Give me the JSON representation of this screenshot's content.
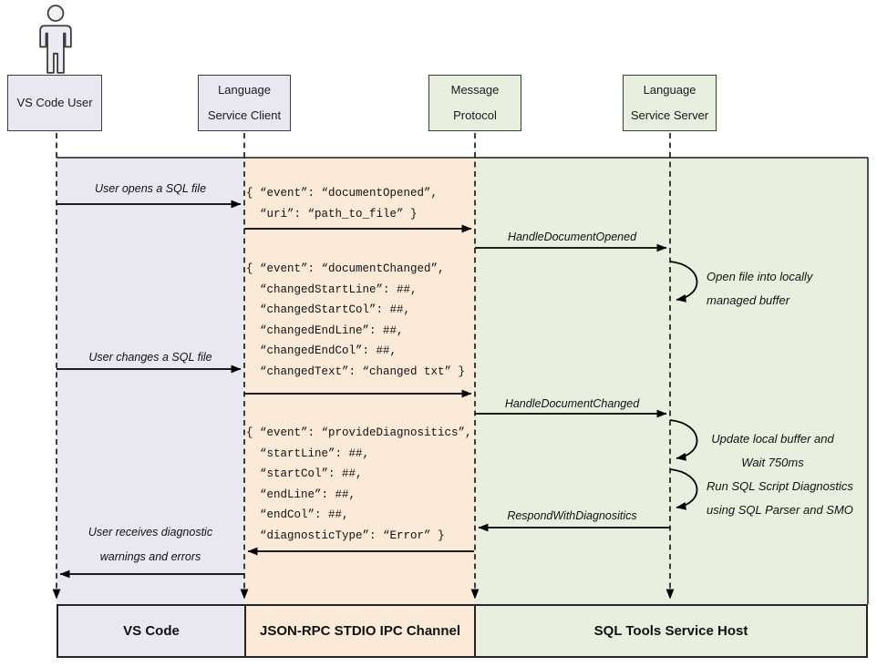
{
  "actors": {
    "user": {
      "label": "VS Code User"
    },
    "client": {
      "line1": "Language",
      "line2": "Service Client"
    },
    "protocol": {
      "line1": "Message",
      "line2": "Protocol"
    },
    "server": {
      "line1": "Language",
      "line2": "Service Server"
    }
  },
  "messages": {
    "user_opens": "User opens a SQL file",
    "handle_document_opened": "HandleDocumentOpened",
    "user_changes": "User changes a SQL file",
    "handle_document_changed": "HandleDocumentChanged",
    "respond_with_diagnostics": "RespondWithDiagnositics",
    "user_receives_line1": "User receives diagnostic",
    "user_receives_line2": "warnings and errors"
  },
  "notes": {
    "open_file_line1": "Open file into locally",
    "open_file_line2": "managed buffer",
    "update_buffer_line1": "Update local buffer and",
    "update_buffer_line2": "Wait 750ms",
    "run_diag_line1": "Run SQL Script Diagnostics",
    "run_diag_line2": "using SQL Parser and SMO"
  },
  "code_blocks": {
    "document_opened": {
      "lines": [
        "{ “event”: “documentOpened”,",
        "  “uri”: “path_to_file” }"
      ]
    },
    "document_changed": {
      "lines": [
        "{ “event”: “documentChanged”,",
        "  “changedStartLine”: ##,",
        "  “changedStartCol”: ##,",
        "  “changedEndLine”: ##,",
        "  “changedEndCol”: ##,",
        "  “changedText”: “changed txt” }"
      ]
    },
    "provide_diagnostics": {
      "lines": [
        "{ “event”: “provideDiagnositics”,",
        "  “startLine”: ##,",
        "  “startCol”: ##,",
        "  “endLine”: ##,",
        "  “endCol”: ##,",
        "  “diagnosticType”: “Error” }"
      ]
    }
  },
  "footer": {
    "vs_code": "VS Code",
    "ipc_channel": "JSON-RPC STDIO IPC Channel",
    "service_host": "SQL Tools Service Host"
  },
  "colors": {
    "lavender_band": "#e9e8f1",
    "peach_band": "#fcead9",
    "green_band": "#e8efdf",
    "line": "#000000"
  }
}
